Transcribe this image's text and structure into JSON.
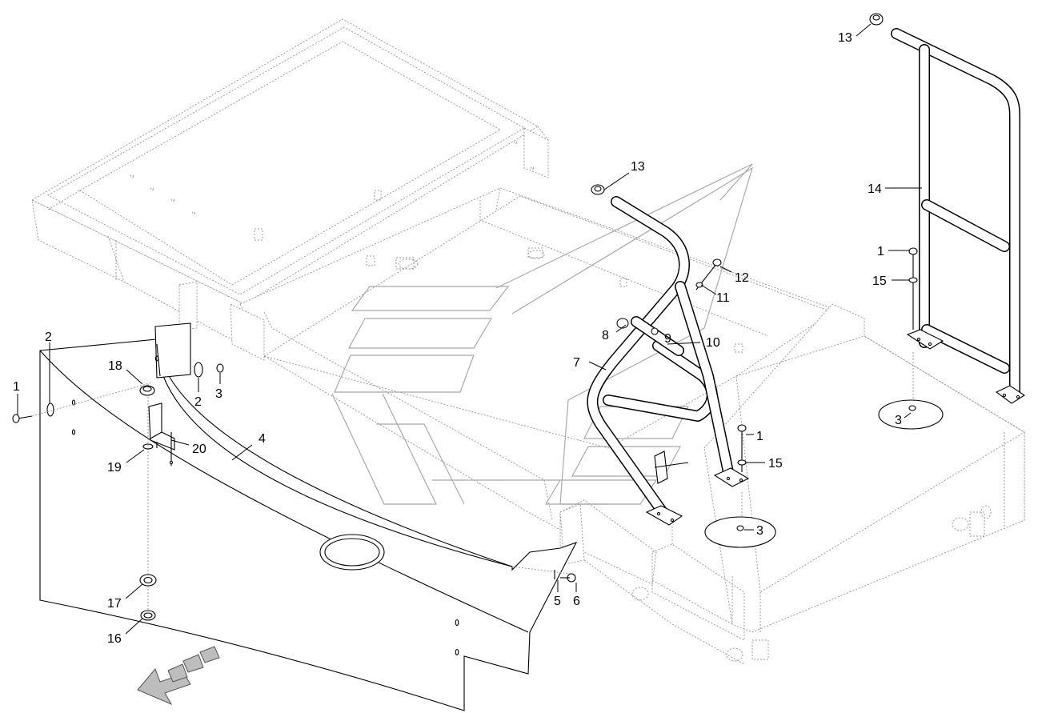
{
  "callouts": [
    {
      "id": "c1a",
      "text": "1"
    },
    {
      "id": "c2a",
      "text": "2"
    },
    {
      "id": "c18",
      "text": "18"
    },
    {
      "id": "c2b",
      "text": "2"
    },
    {
      "id": "c3a",
      "text": "3"
    },
    {
      "id": "c20",
      "text": "20"
    },
    {
      "id": "c19",
      "text": "19"
    },
    {
      "id": "c4",
      "text": "4"
    },
    {
      "id": "c17",
      "text": "17"
    },
    {
      "id": "c16",
      "text": "16"
    },
    {
      "id": "c5",
      "text": "5"
    },
    {
      "id": "c6",
      "text": "6"
    },
    {
      "id": "c13a",
      "text": "13"
    },
    {
      "id": "c12",
      "text": "12"
    },
    {
      "id": "c11",
      "text": "11"
    },
    {
      "id": "c8",
      "text": "8"
    },
    {
      "id": "c9",
      "text": "9"
    },
    {
      "id": "c10",
      "text": "10"
    },
    {
      "id": "c7",
      "text": "7"
    },
    {
      "id": "c1b",
      "text": "1"
    },
    {
      "id": "c15a",
      "text": "15"
    },
    {
      "id": "c3b",
      "text": "3"
    },
    {
      "id": "c13b",
      "text": "13"
    },
    {
      "id": "c14",
      "text": "14"
    },
    {
      "id": "c1c",
      "text": "1"
    },
    {
      "id": "c15b",
      "text": "15"
    },
    {
      "id": "c3c",
      "text": "3"
    }
  ],
  "icons": {
    "direction_arrow": "forward-direction-arrow-icon",
    "watermark": "manufacturer-logo-watermark"
  }
}
